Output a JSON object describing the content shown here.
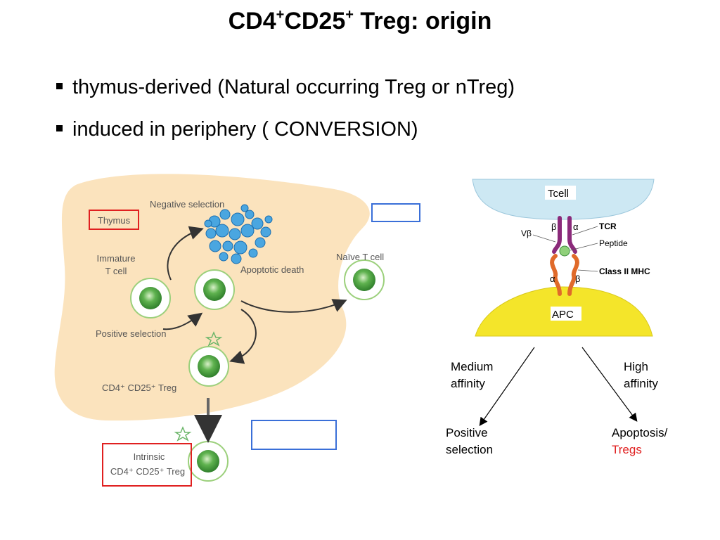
{
  "title": {
    "main_a": "CD4",
    "sup_a": "+",
    "main_b": "CD25",
    "sup_b": "+",
    "main_c": " Treg: origin"
  },
  "bullets": [
    "thymus-derived (Natural occurring Treg or nTreg)",
    "induced in periphery ( CONVERSION)"
  ],
  "left_diagram": {
    "thymus_label": "Thymus",
    "negative_selection": "Negative selection",
    "apoptotic_death": "Apoptotic death",
    "immature_t_cell_line1": "Immature",
    "immature_t_cell_line2": "T cell",
    "naive_t_cell": "Naïve T cell",
    "positive_selection": "Positive selection",
    "treg_label": "CD4⁺ CD25⁺ Treg",
    "intrinsic_line1": "Intrinsic",
    "intrinsic_line2": "CD4⁺ CD25⁺ Treg"
  },
  "right_diagram": {
    "tcell": "Tcell",
    "apc": "APC",
    "beta_top": "β",
    "alpha_top": "α",
    "v_beta": "Vβ",
    "tcr": "TCR",
    "peptide": "Peptide",
    "class_ii_mhc": "Class II MHC",
    "alpha_bottom": "α",
    "beta_bottom": "β",
    "medium_line1": "Medium",
    "medium_line2": "affinity",
    "high_line1": "High",
    "high_line2": "affinity",
    "positive_line1": "Positive",
    "positive_line2": "selection",
    "apoptosis": "Apoptosis/",
    "tregs": "Tregs"
  },
  "colors": {
    "thymus_fill": "#fbe3bd",
    "cell_green": "#3e9a3a",
    "cell_ring": "#9cd07c",
    "apc_yellow": "#f4e52a",
    "tcell_blue": "#cde8f3",
    "red_box": "#e02020",
    "blue_box": "#3a6fd8",
    "tregs_red": "#e02020"
  }
}
